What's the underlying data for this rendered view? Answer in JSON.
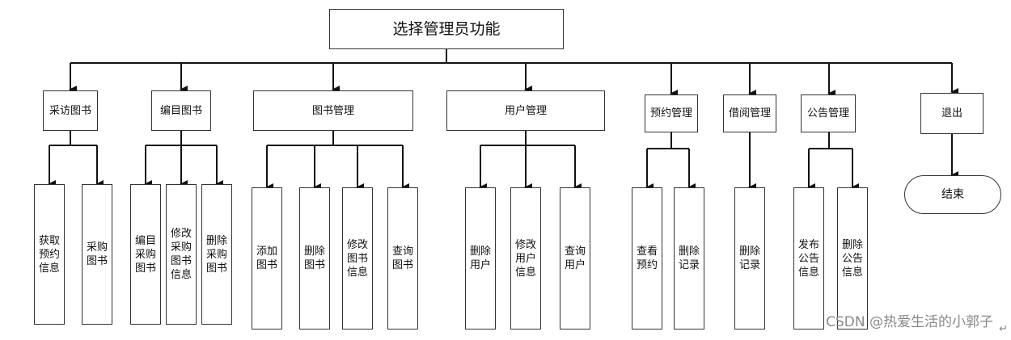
{
  "root": "选择管理员功能",
  "modules": [
    {
      "label": "采访图书",
      "children": [
        "获取预约信息",
        "采购图书"
      ]
    },
    {
      "label": "编目图书",
      "children": [
        "编目采购图书",
        "修改采购图书信息",
        "删除采购图书"
      ]
    },
    {
      "label": "图书管理",
      "children": [
        "添加图书",
        "删除图书",
        "修改图书信息",
        "查询图书"
      ]
    },
    {
      "label": "用户管理",
      "children": [
        "删除用户",
        "修改用户信息",
        "查询用户"
      ]
    },
    {
      "label": "预约管理",
      "children": [
        "查看预约",
        "删除记录"
      ]
    },
    {
      "label": "借阅管理",
      "children": [
        "删除记录"
      ]
    },
    {
      "label": "公告管理",
      "children": [
        "发布公告信息",
        "删除公告信息"
      ]
    },
    {
      "label": "退出",
      "children": []
    }
  ],
  "end": "结束",
  "watermark": "CSDN @热爱生活的小郭子"
}
